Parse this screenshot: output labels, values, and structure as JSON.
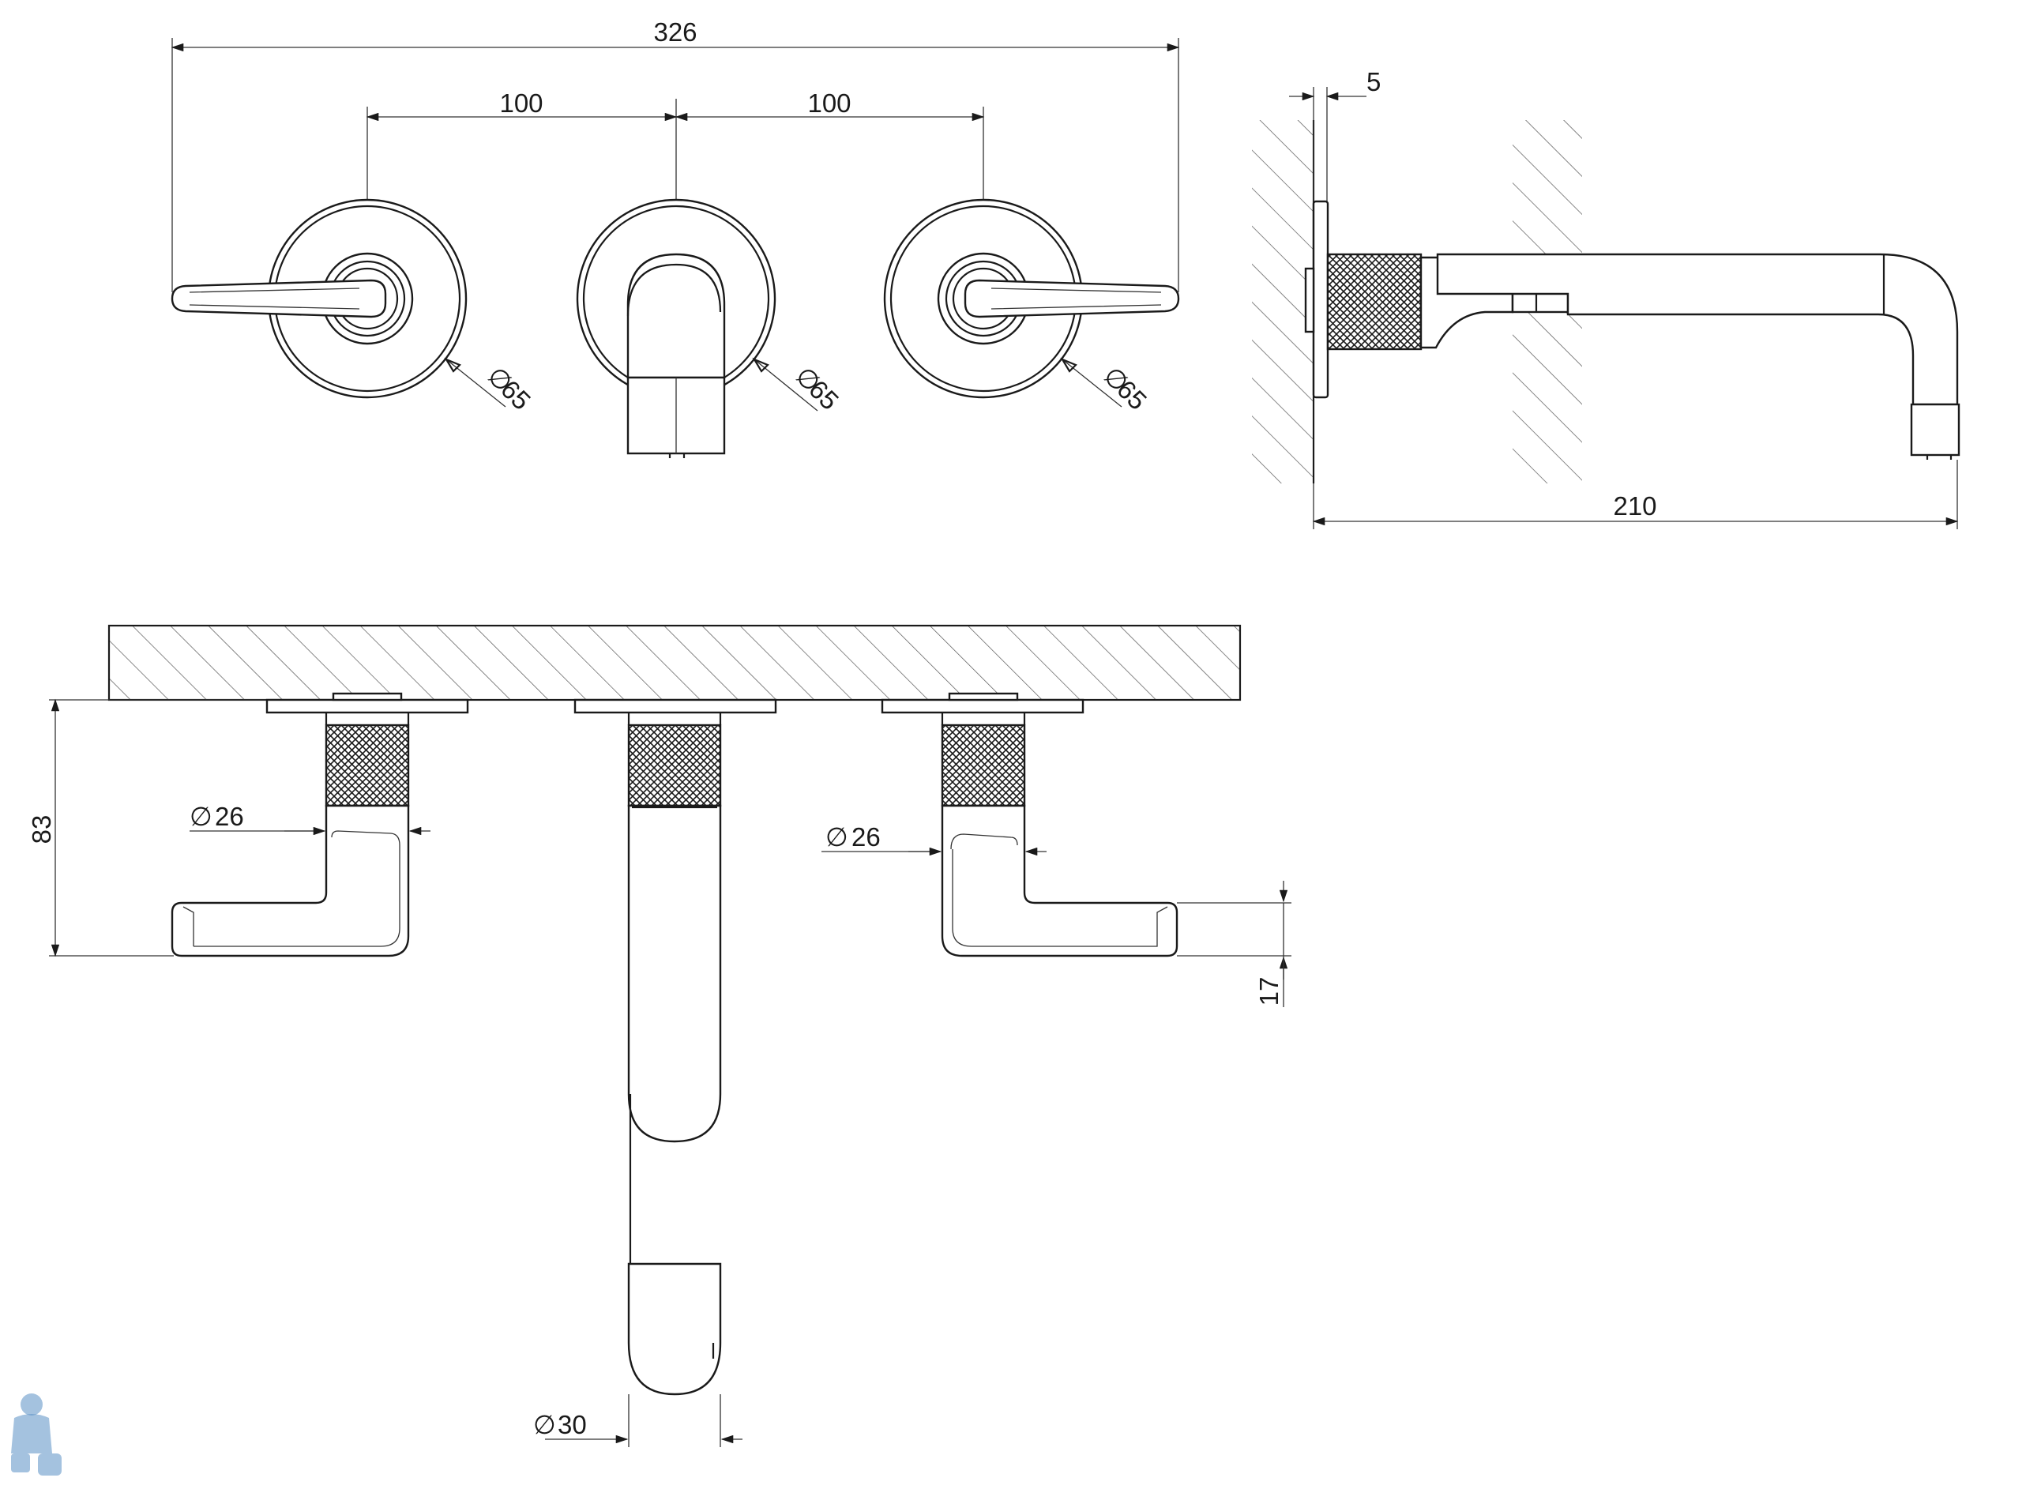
{
  "drawing": {
    "front_view": {
      "overall_width": "326",
      "left_spacing": "100",
      "right_spacing": "100",
      "left_rosette_dia": "65",
      "center_rosette_dia": "65",
      "right_rosette_dia": "65"
    },
    "side_view": {
      "rosette_thickness": "5",
      "spout_projection": "210"
    },
    "top_view": {
      "handle_height": "83",
      "left_handle_dia": "26",
      "right_handle_dia": "26",
      "lever_thickness": "17",
      "spout_dia": "30"
    },
    "diameter_symbol": "∅"
  },
  "colors": {
    "line": "#1a1a1a",
    "hatch": "#555555",
    "background": "#ffffff",
    "watermark": "#5a8fc4"
  },
  "icons": {
    "watermark": "plumber-mascot-icon"
  }
}
